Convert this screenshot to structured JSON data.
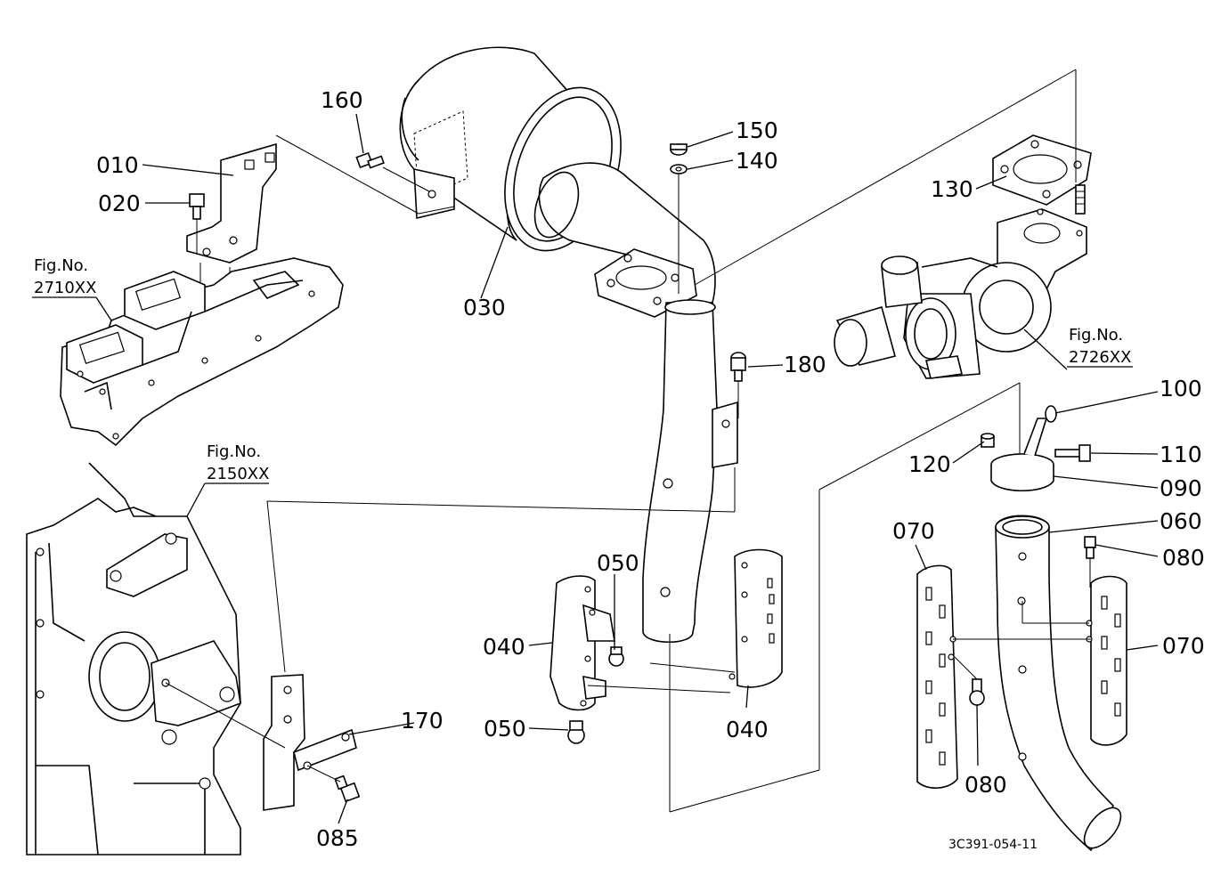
{
  "part_labels": {
    "p010": "010",
    "p020": "020",
    "p030": "030",
    "p040a": "040",
    "p040b": "040",
    "p050a": "050",
    "p050b": "050",
    "p060": "060",
    "p070a": "070",
    "p070b": "070",
    "p080a": "080",
    "p080b": "080",
    "p085": "085",
    "p090": "090",
    "p100": "100",
    "p110": "110",
    "p120": "120",
    "p130": "130",
    "p140": "140",
    "p150": "150",
    "p160": "160",
    "p170": "170",
    "p180": "180"
  },
  "figure_refs": {
    "f2710": {
      "line1": "Fig.No.",
      "line2": "2710XX"
    },
    "f2726": {
      "line1": "Fig.No.",
      "line2": "2726XX"
    },
    "f2150": {
      "line1": "Fig.No.",
      "line2": "2150XX"
    }
  },
  "drawing_code": "3C391-054-11"
}
